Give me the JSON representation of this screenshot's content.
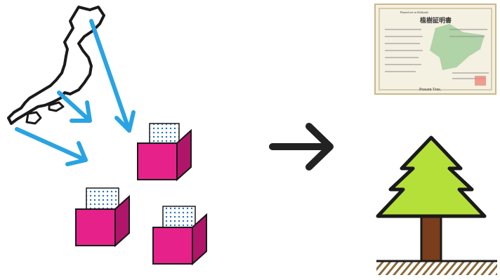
{
  "colors": {
    "japan_outline": "#1a1a1a",
    "blue_arrow": "#29a3e3",
    "box_pink": "#e6218a",
    "box_dark": "#b0156a",
    "box_outline": "#1a1a1a",
    "card_dots": "#1f6fbf",
    "main_arrow": "#222222",
    "tree_green": "#b5e03a",
    "trunk": "#7a3e1c",
    "ground_hatch": "#8a6a3a",
    "certificate_bg": "#f4f0e2",
    "certificate_map": "#a9cfa1"
  },
  "icons": [
    "japan-map-icon",
    "blue-arrow-icon",
    "donation-box-icon",
    "right-arrow-icon",
    "certificate-icon",
    "tree-icon"
  ],
  "certificate": {
    "title": "植樹証明書",
    "subtitle": "Planted tree in Hokkaido",
    "footer": "Present Tree."
  }
}
